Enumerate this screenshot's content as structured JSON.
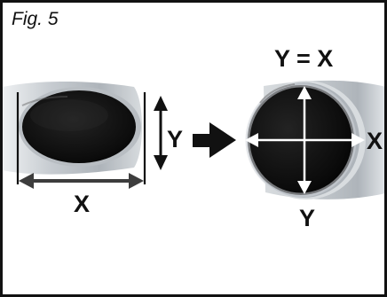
{
  "figure": {
    "caption": "Fig. 5"
  },
  "left_pipe": {
    "width_label": "X",
    "height_label": "Y"
  },
  "right_pipe": {
    "equation_label": "Y = X",
    "horizontal_label": "X",
    "vertical_label": "Y"
  },
  "colors": {
    "frame": "#111111",
    "pipe_outer": "#c8ccd0",
    "pipe_inner": "#0b0b0b",
    "arrow": "#111111",
    "measurement_white": "#ffffff",
    "measurement_gray": "#4a4a4a"
  },
  "icons": {
    "left_pipe": "oval-pipe-icon",
    "transition": "right-arrow-icon",
    "right_pipe": "round-pipe-icon"
  }
}
